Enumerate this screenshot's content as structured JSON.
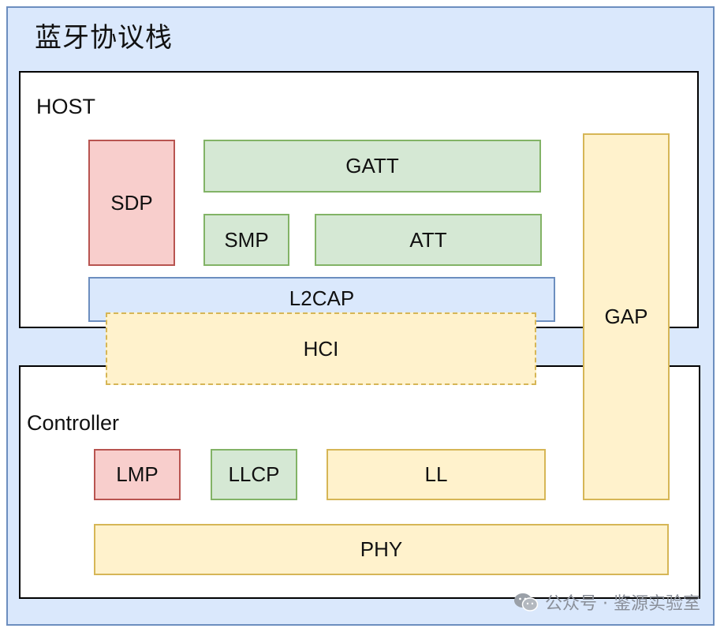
{
  "diagram": {
    "title": "蓝牙协议栈",
    "host_label": "HOST",
    "controller_label": "Controller",
    "blocks": {
      "sdp": "SDP",
      "gatt": "GATT",
      "smp": "SMP",
      "att": "ATT",
      "l2cap": "L2CAP",
      "hci": "HCI",
      "gap": "GAP",
      "lmp": "LMP",
      "llcp": "LLCP",
      "ll": "LL",
      "phy": "PHY"
    },
    "watermark": "公众号 · 鉴源实验室",
    "watermark_icon": "wechat-icon",
    "colors": {
      "outer_fill": "#dae8fc",
      "outer_stroke": "#6c8ebf",
      "red_fill": "#f8cecc",
      "red_stroke": "#b85450",
      "green_fill": "#d5e8d4",
      "green_stroke": "#82b366",
      "yellow_fill": "#fff2cc",
      "yellow_stroke": "#d6b656",
      "blue_fill": "#dae8fc",
      "blue_stroke": "#6c8ebf"
    }
  }
}
